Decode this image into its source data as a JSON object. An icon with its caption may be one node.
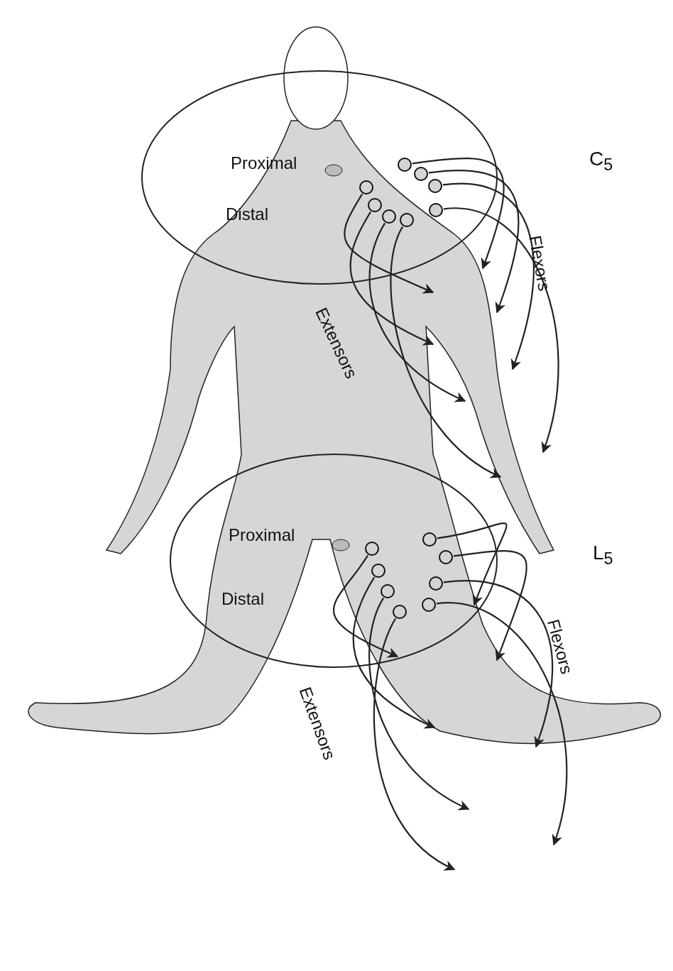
{
  "diagram": {
    "nodes": [
      {
        "text": [],
        "shape": "circle"
      },
      {
        "text": [],
        "shape": "circle"
      },
      {
        "text": [],
        "shape": "circle"
      },
      {
        "text": [],
        "shape": "circle"
      },
      {
        "text": [],
        "shape": "circle"
      },
      {
        "text": [],
        "shape": "circle"
      },
      {
        "text": [],
        "shape": "circle"
      },
      {
        "text": [],
        "shape": "circle"
      },
      {
        "text": [],
        "shape": "circle"
      },
      {
        "text": [],
        "shape": "circle"
      },
      {
        "text": [],
        "shape": "circle"
      },
      {
        "text": [],
        "shape": "circle"
      },
      {
        "text": [],
        "shape": "circle"
      },
      {
        "text": [],
        "shape": "circle"
      },
      {
        "text": [],
        "shape": "circle"
      },
      {
        "text": [],
        "shape": "circle"
      }
    ],
    "edges": [
      {
        "from": 0,
        "to": null,
        "arrow": "to"
      },
      {
        "from": 1,
        "to": null,
        "arrow": "to"
      },
      {
        "from": 2,
        "to": null,
        "arrow": "to"
      },
      {
        "from": 3,
        "to": null,
        "arrow": "to"
      },
      {
        "from": 4,
        "to": null,
        "arrow": "to"
      },
      {
        "from": 5,
        "to": null,
        "arrow": "to"
      },
      {
        "from": 6,
        "to": null,
        "arrow": "to"
      },
      {
        "from": 7,
        "to": null,
        "arrow": "to"
      },
      {
        "from": 8,
        "to": null,
        "arrow": "to"
      },
      {
        "from": 9,
        "to": null,
        "arrow": "to"
      },
      {
        "from": 10,
        "to": null,
        "arrow": "to"
      },
      {
        "from": 11,
        "to": null,
        "arrow": "to"
      },
      {
        "from": 12,
        "to": null,
        "arrow": "to"
      },
      {
        "from": 13,
        "to": null,
        "arrow": "to"
      },
      {
        "from": 14,
        "to": null,
        "arrow": "to"
      },
      {
        "from": 15,
        "to": null,
        "arrow": "to"
      }
    ],
    "labels": [
      "C$_{5}$",
      "Proximal",
      "Distal",
      "Flexors",
      "Extensors",
      "L$_{5}$",
      "Proximal",
      "Distal",
      "Flexors",
      "Extensors"
    ]
  }
}
